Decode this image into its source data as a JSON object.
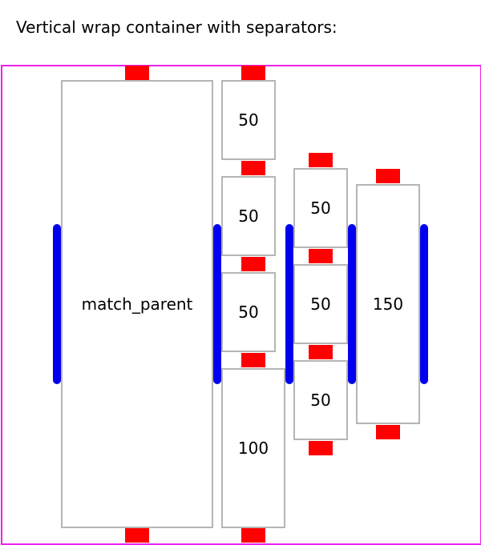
{
  "page": {
    "title": "Vertical wrap container with separators:"
  },
  "items": {
    "match_parent": "match_parent",
    "col2_box1": "50",
    "col2_box2": "50",
    "col2_box3": "50",
    "col2_box4": "100",
    "col3_box1": "50",
    "col3_box2": "50",
    "col3_box3": "50",
    "col4_box1": "150"
  },
  "colors": {
    "container_border": "#ee20ee",
    "item_separator": "#ff0000",
    "line_separator": "#0000ee",
    "item_border": "#b5b5b5"
  }
}
